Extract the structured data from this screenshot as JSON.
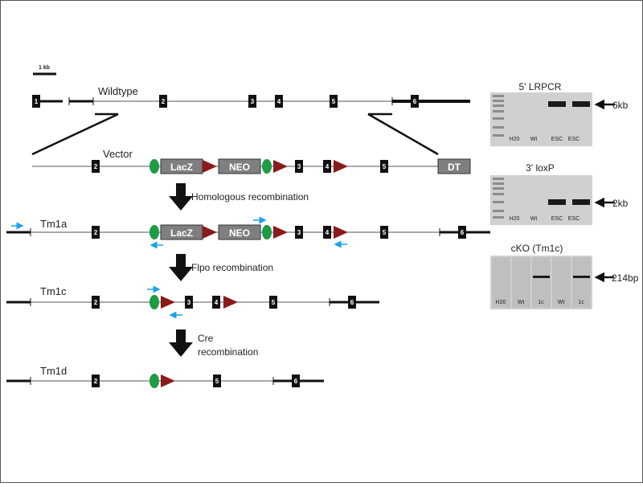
{
  "scale_bar": "1 kb",
  "tracks": {
    "wildtype": {
      "label": "Wildtype",
      "exons": [
        "1",
        "2",
        "3",
        "4",
        "5",
        "6"
      ]
    },
    "vector": {
      "label": "Vector",
      "exons": [
        "2",
        "3",
        "4",
        "5"
      ],
      "boxes": [
        "LacZ",
        "NEO",
        "DT"
      ]
    },
    "tm1a": {
      "label": "Tm1a",
      "exons": [
        "2",
        "3",
        "4",
        "5",
        "6"
      ],
      "boxes": [
        "LacZ",
        "NEO"
      ]
    },
    "tm1c": {
      "label": "Tm1c",
      "exons": [
        "2",
        "3",
        "4",
        "5",
        "6"
      ]
    },
    "tm1d": {
      "label": "Tm1d",
      "exons": [
        "2",
        "5",
        "6"
      ]
    }
  },
  "steps": [
    {
      "label": "Homologous recombination"
    },
    {
      "label": "Flpo recombination"
    },
    {
      "label": "Cre",
      "label2": "recombination"
    }
  ],
  "gels": [
    {
      "title": "5' LRPCR",
      "lanes": [
        "H20",
        "Wt",
        "ESC",
        "ESC"
      ],
      "band_size": "6kb"
    },
    {
      "title": "3' loxP",
      "lanes": [
        "H20",
        "Wt",
        "ESC",
        "ESC"
      ],
      "band_size": "2kb"
    },
    {
      "title": "cKO (Tm1c)",
      "lanes": [
        "H20",
        "Wt",
        "1c",
        "Wt",
        "1c"
      ],
      "band_size": "214bp"
    }
  ],
  "colors": {
    "exon": "#111111",
    "cassette_box": "#7f7f7f",
    "frt_oval": "#1e9b45",
    "loxp_triangle": "#8b1a1a",
    "primer_arrow": "#1aa3e8",
    "gel_background": "#d0d0d0"
  }
}
